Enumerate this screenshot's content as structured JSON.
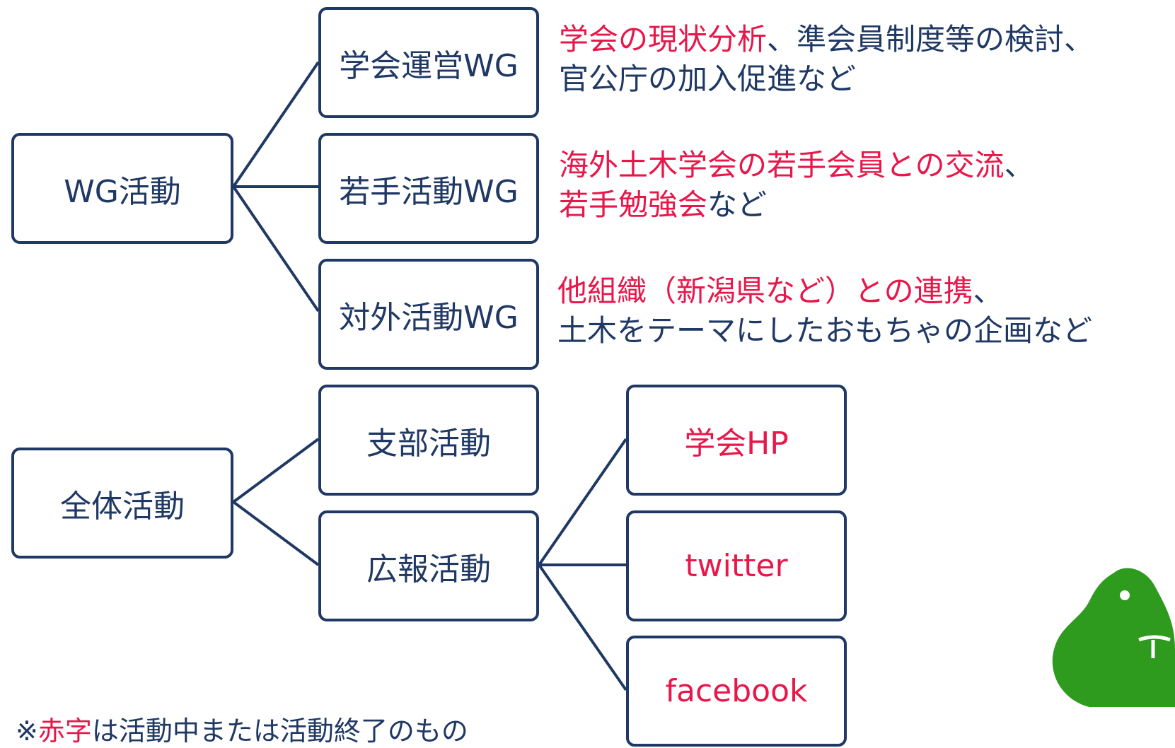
{
  "colors": {
    "navy": "#1f3864",
    "red": "#e8174a",
    "green": "#2e9a1e"
  },
  "nodes": {
    "wg": "WG活動",
    "zentai": "全体活動",
    "unei": "学会運営WG",
    "wakate": "若手活動WG",
    "taigai": "対外活動WG",
    "shibu": "支部活動",
    "koho": "広報活動",
    "hp": "学会HP",
    "twitter": "twitter",
    "facebook": "facebook"
  },
  "descriptions": {
    "unei": {
      "red": "学会の現状分析",
      "rest1": "、準会員制度等の検討、",
      "line2": "官公庁の加入促進など"
    },
    "wakate": {
      "red1": "海外土木学会の若手会員との交流",
      "rest1": "、",
      "red2": "若手勉強会",
      "rest2": "など"
    },
    "taigai": {
      "red": "他組織（新潟県など）との連携",
      "rest1": "、",
      "line2": "土木をテーマにしたおもちゃの企画など"
    }
  },
  "note": {
    "prefix": "※",
    "red": "赤字",
    "suffix": "は活動中または活動終了のもの"
  }
}
